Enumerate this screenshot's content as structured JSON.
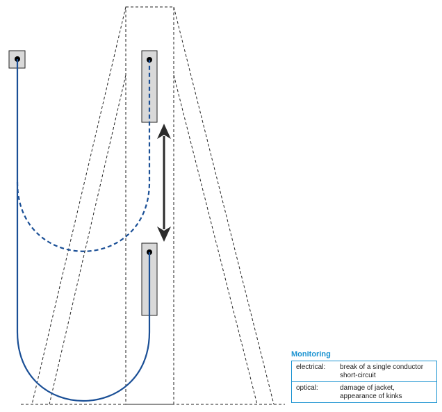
{
  "colors": {
    "cable": "#1a4f96",
    "frame": "#222222",
    "box_fill": "#d9d9d9",
    "accent": "#1b93d1",
    "arrow": "#2b2b2b"
  },
  "monitoring": {
    "title": "Monitoring",
    "rows": [
      {
        "key": "electrical:",
        "lines": [
          "break of a single conductor",
          "short-circuit"
        ]
      },
      {
        "key": "optical:",
        "lines": [
          "damage of jacket,",
          "appearance of kinks"
        ]
      }
    ]
  },
  "icons": [
    "double-arrow-icon"
  ]
}
